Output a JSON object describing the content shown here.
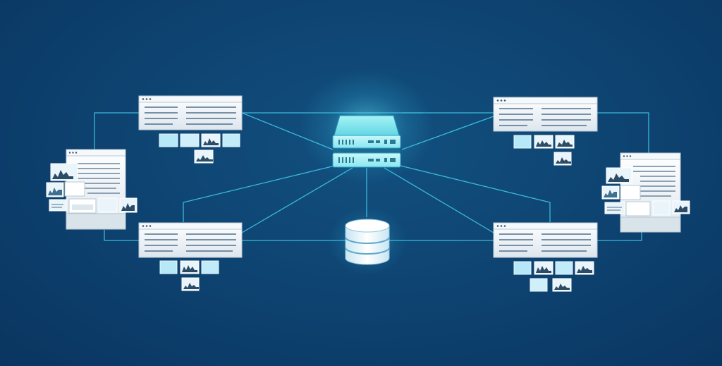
{
  "colors": {
    "background": "#0e4472",
    "background_edge": "#0a3560",
    "connector": "#3fc6e6",
    "server": "#7ee6ee",
    "server_dark": "#3fb8d0",
    "database": "#e8f6fb",
    "panel": "#eef3f7",
    "panel_border": "#b9c8d4",
    "thumbnail_light": "#bfe8f7",
    "thumbnail_dark": "#2c4c66"
  },
  "diagram": {
    "hub": {
      "server": "server-icon",
      "database": "database-icon"
    },
    "nodes": [
      {
        "id": "top-left",
        "kind": "browser-window-icon"
      },
      {
        "id": "top-right",
        "kind": "browser-window-icon"
      },
      {
        "id": "bottom-left",
        "kind": "browser-window-icon"
      },
      {
        "id": "bottom-right",
        "kind": "browser-window-icon"
      },
      {
        "id": "far-left",
        "kind": "document-stack-icon"
      },
      {
        "id": "far-right",
        "kind": "document-stack-icon"
      }
    ]
  }
}
